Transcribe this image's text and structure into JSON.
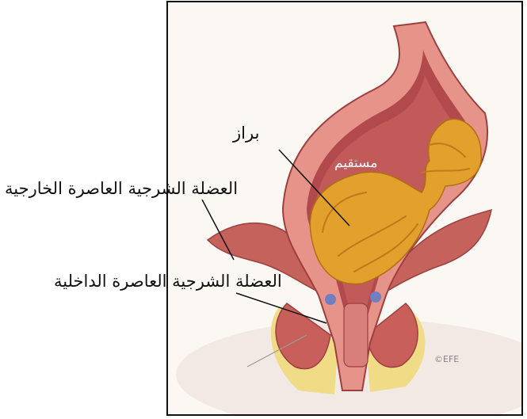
{
  "labels": {
    "stool": "براز",
    "rectum": "مستقيم",
    "external_sphincter": "العضلة الشرجية العاصرة الخارجية",
    "internal_sphincter": "العضلة الشرجية العاصرة الداخلية",
    "copyright": "©EFE"
  },
  "colors": {
    "muscle_red": "#c0524f",
    "wall_pink": "#e9a49b",
    "lumen_dark": "#a8474a",
    "stool_gold": "#e2a02c",
    "fat_yellow": "#f0dc86"
  }
}
